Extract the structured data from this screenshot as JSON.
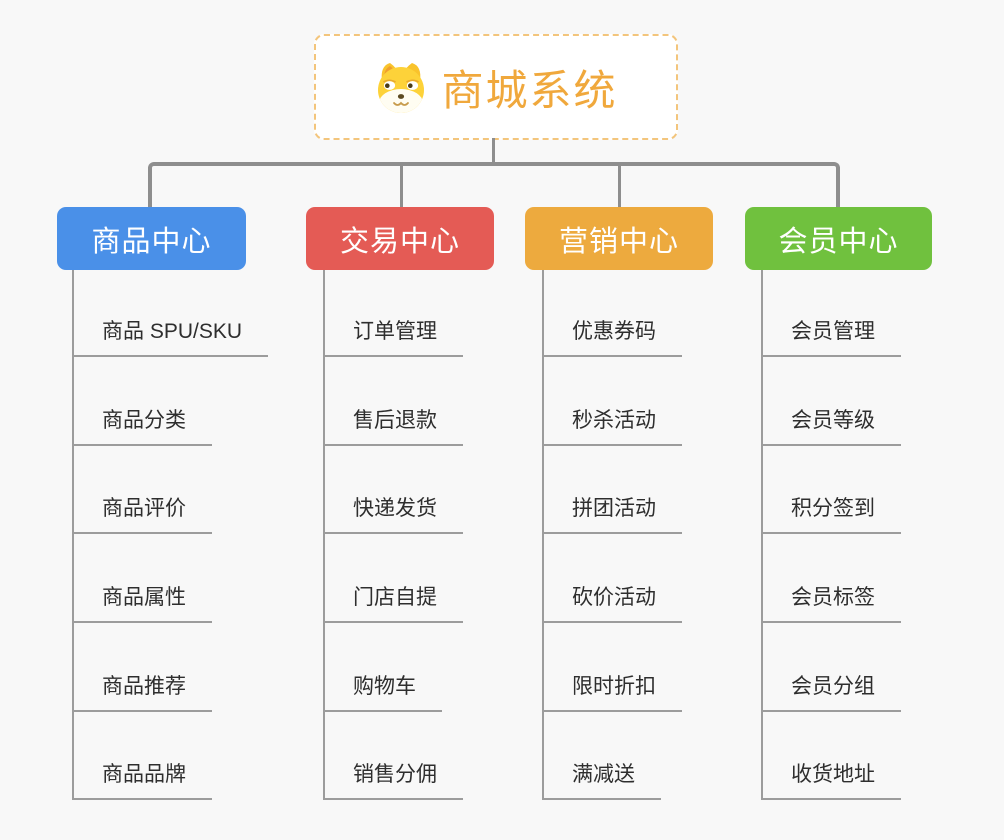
{
  "root": {
    "title": "商城系统",
    "icon": "shiba-dog-icon",
    "title_color": "#f0a83c",
    "border_color": "#f3c57c"
  },
  "connector_color": "#8e8e8e",
  "leaf_line_color": "#9c9c9c",
  "background_color": "#f8f8f8",
  "branches": [
    {
      "label": "商品中心",
      "color": "#4a90e8",
      "children": [
        "商品 SPU/SKU",
        "商品分类",
        "商品评价",
        "商品属性",
        "商品推荐",
        "商品品牌"
      ]
    },
    {
      "label": "交易中心",
      "color": "#e45b55",
      "children": [
        "订单管理",
        "售后退款",
        "快递发货",
        "门店自提",
        "购物车",
        "销售分佣"
      ]
    },
    {
      "label": "营销中心",
      "color": "#edaa3e",
      "children": [
        "优惠券码",
        "秒杀活动",
        "拼团活动",
        "砍价活动",
        "限时折扣",
        "满减送"
      ]
    },
    {
      "label": "会员中心",
      "color": "#70c13e",
      "children": [
        "会员管理",
        "会员等级",
        "积分签到",
        "会员标签",
        "会员分组",
        "收货地址"
      ]
    }
  ]
}
